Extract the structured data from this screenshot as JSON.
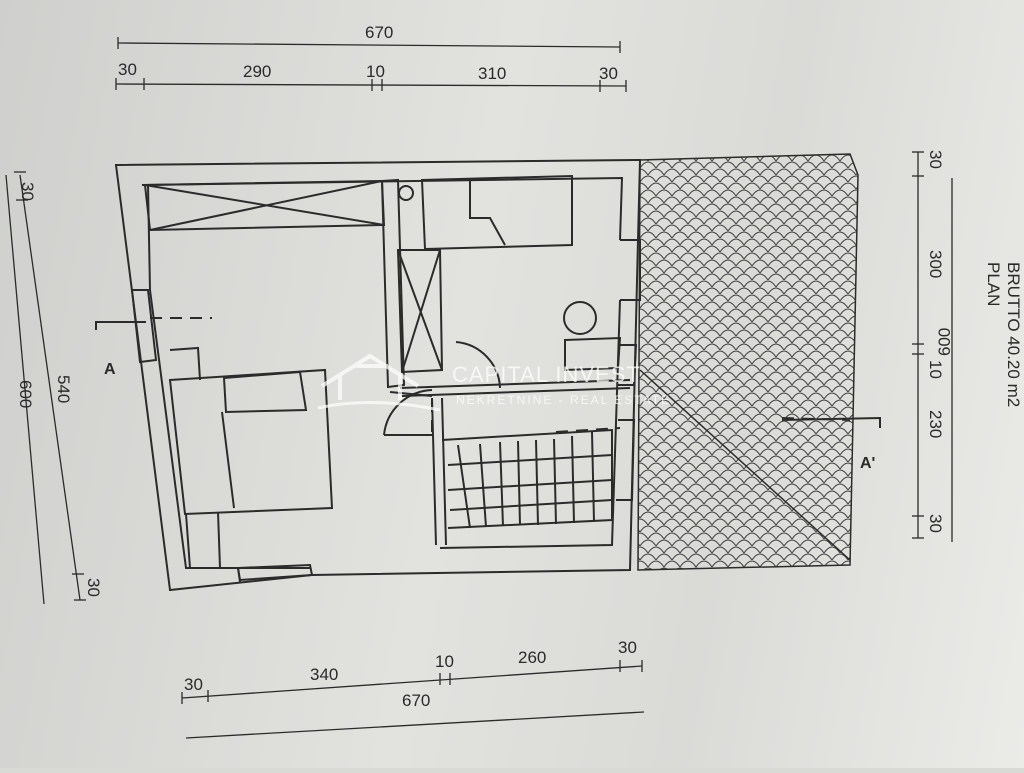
{
  "dimensions": {
    "top_total": "670",
    "top_segments": [
      "30",
      "290",
      "10",
      "310",
      "30"
    ],
    "bottom_segments": [
      "30",
      "340",
      "10",
      "260",
      "30"
    ],
    "bottom_total": "670",
    "left_top": "30",
    "left_mid": "540",
    "left_total": "600",
    "left_bottom": "30",
    "right_segments": [
      "30",
      "300",
      "10",
      "230",
      "30"
    ],
    "right_total": "600"
  },
  "section_marks": {
    "left": "A",
    "right": "A'"
  },
  "floor_info": {
    "title_partial": "PLAN",
    "area": "BRUTTO 40.20 m2"
  },
  "watermark": {
    "brand": "CAPITAL INVEST",
    "tagline": "NEKRETNINE - REAL ESTATE"
  },
  "colors": {
    "line": "#2b2b2b",
    "paper": "#dcdcda"
  }
}
